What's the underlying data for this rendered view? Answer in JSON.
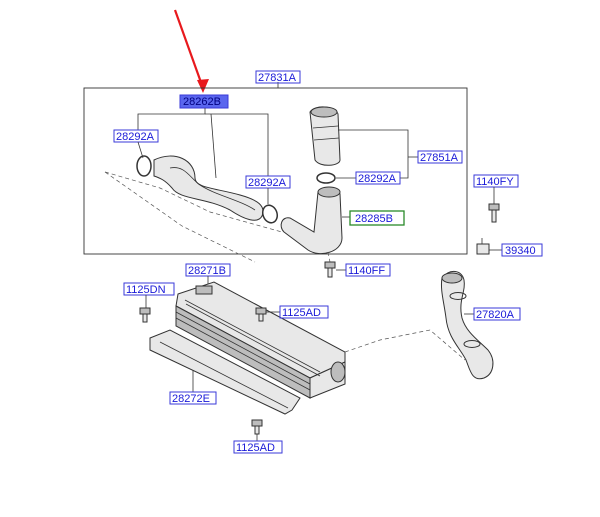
{
  "labels": {
    "l27831a": "27831A",
    "l28262b": "28262B",
    "l28292a_left": "28292A",
    "l28292a_mid": "28292A",
    "l28292a_right": "28292A",
    "l27851a": "27851A",
    "l28285b": "28285B",
    "l1140fy": "1140FY",
    "l39340": "39340",
    "l1140ff": "1140FF",
    "l28271b": "28271B",
    "l1125dn": "1125DN",
    "l1125ad_mid": "1125AD",
    "l27820a": "27820A",
    "l28272e": "28272E",
    "l1125ad_bottom": "1125AD"
  },
  "colors": {
    "label_text": "#1a1ad8",
    "label_border": "#3a3ad8",
    "highlight_fill": "#5a66ee",
    "highlight_green": "#2a8a2a",
    "pointer_arrow": "#e8191d"
  }
}
